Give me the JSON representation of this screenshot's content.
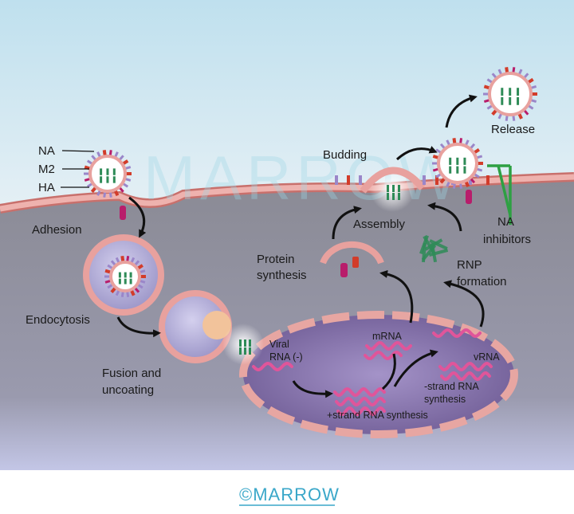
{
  "watermark": "MARROW",
  "credit": "©MARROW",
  "labels": {
    "na": "NA",
    "m2": "M2",
    "ha": "HA",
    "adhesion": "Adhesion",
    "endocytosis": "Endocytosis",
    "fusion_line1": "Fusion and",
    "fusion_line2": "uncoating",
    "viral_rna_line1": "Viral",
    "viral_rna_line2": "RNA (-)",
    "mrna": "mRNA",
    "vrna": "vRNA",
    "minus_strand_line1": "-strand RNA",
    "minus_strand_line2": "synthesis",
    "plus_strand": "+strand RNA synthesis",
    "protein_line1": "Protein",
    "protein_line2": "synthesis",
    "rnp_line1": "RNP",
    "rnp_line2": "formation",
    "assembly": "Assembly",
    "budding": "Budding",
    "release": "Release",
    "na_inhib_line1": "NA",
    "na_inhib_line2": "inhibitors"
  },
  "colors": {
    "membrane": "#e8a19e",
    "membrane_edge": "#c8706c",
    "cytoplasm": "#8b8b97",
    "nucleus": "#7b6a9b",
    "rna": "#e0559a",
    "ha_spike": "#9a86c9",
    "na_spike": "#d23c2a",
    "m2_channel": "#b81d6b",
    "rnp": "#2e8b57",
    "inhibitor": "#2ea043"
  }
}
